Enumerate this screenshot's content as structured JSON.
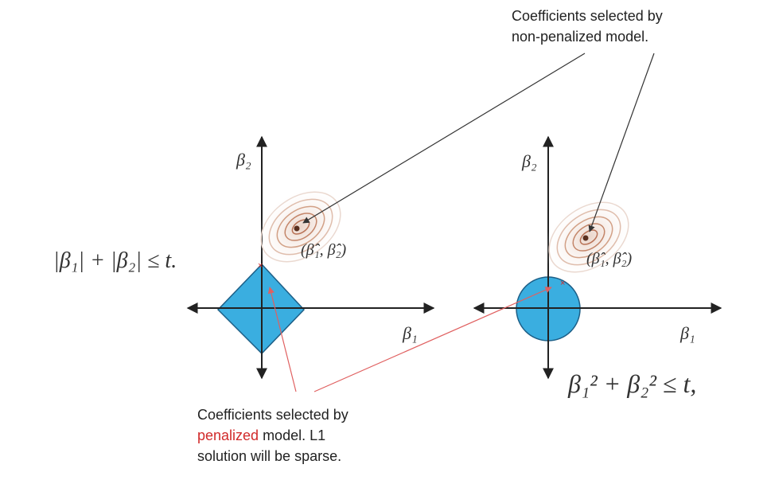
{
  "annotations": {
    "top_note": {
      "line1": "Coefficients selected by",
      "line2": "non-penalized model."
    },
    "bottom_note": {
      "line1": "Coefficients selected by",
      "line2_red": "penalized",
      "line2_rest": " model. L1",
      "line3": "solution will be sparse."
    }
  },
  "left_plot": {
    "y_axis_label": "β₂",
    "x_axis_label": "β₁",
    "estimate_label": "(β̂₁, β̂₂)",
    "constraint": "|β₁| + |β₂| ≤ t."
  },
  "right_plot": {
    "y_axis_label": "β₂",
    "x_axis_label": "β₁",
    "estimate_label": "(β̂₁, β̂₂)",
    "constraint": "β₁² + β₂² ≤ t,"
  },
  "colors": {
    "region_fill": "#3aaee0",
    "region_stroke": "#1d5f87",
    "contour": "#c4866a",
    "pointer_dark": "#333333",
    "pointer_red": "#e06060",
    "highlight": "#d12a2a"
  }
}
